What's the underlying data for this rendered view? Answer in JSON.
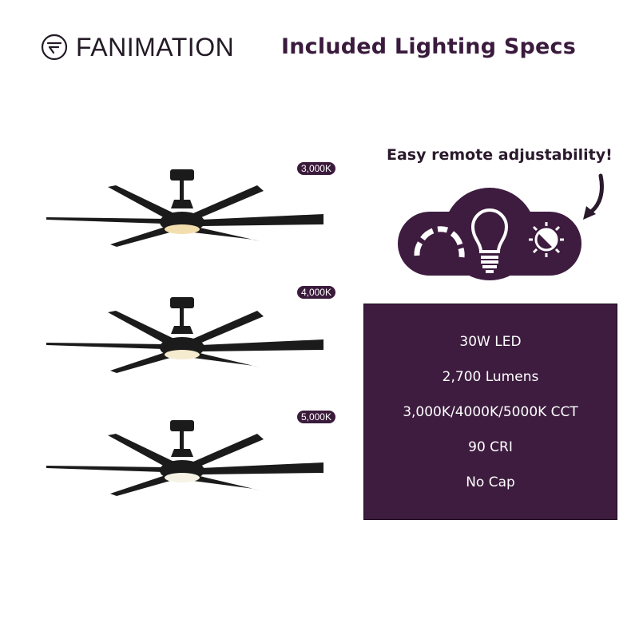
{
  "brand": {
    "name": "FANIMATION",
    "icon": "fanimation-logo-icon"
  },
  "header": {
    "title": "Included Lighting Specs"
  },
  "fans": [
    {
      "color_temp_label": "3,000K",
      "light_color": "#f3dfae"
    },
    {
      "color_temp_label": "4,000K",
      "light_color": "#f5eccf"
    },
    {
      "color_temp_label": "5,000K",
      "light_color": "#f6f3e6"
    }
  ],
  "remote": {
    "caption": "Easy remote adjustability!",
    "icons": [
      "dimmer-arc-icon",
      "light-bulb-icon",
      "color-temperature-sun-icon"
    ],
    "arrow": "curved-arrow-icon"
  },
  "specs": {
    "lines": [
      "30W LED",
      "2,700 Lumens",
      "3,000K/4000K/5000K CCT",
      "90 CRI",
      "No Cap"
    ]
  },
  "colors": {
    "brand_purple": "#3d1c3f",
    "text_dark": "#231a26",
    "fan_black": "#1b1b1b"
  }
}
